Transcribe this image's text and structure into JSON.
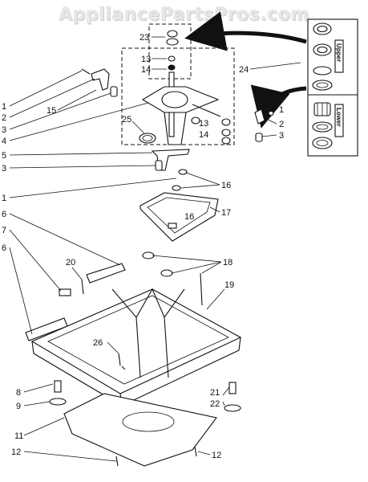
{
  "watermark": "AppliancePartsPros.com",
  "side_box": {
    "upper_label": "Upper",
    "lower_label": "Lower"
  },
  "callouts": [
    {
      "id": "c23",
      "text": "23"
    },
    {
      "id": "c13a",
      "text": "13"
    },
    {
      "id": "c14a",
      "text": "14"
    },
    {
      "id": "c24",
      "text": "24"
    },
    {
      "id": "c1a",
      "text": "1"
    },
    {
      "id": "c2a",
      "text": "2"
    },
    {
      "id": "c15",
      "text": "15"
    },
    {
      "id": "c3a",
      "text": "3"
    },
    {
      "id": "c4",
      "text": "4"
    },
    {
      "id": "c25",
      "text": "25"
    },
    {
      "id": "c13b",
      "text": "13"
    },
    {
      "id": "c14b",
      "text": "14"
    },
    {
      "id": "c1b",
      "text": "1"
    },
    {
      "id": "c2b",
      "text": "2"
    },
    {
      "id": "c3b",
      "text": "3"
    },
    {
      "id": "c5",
      "text": "5"
    },
    {
      "id": "c3c",
      "text": "3"
    },
    {
      "id": "c1c",
      "text": "1"
    },
    {
      "id": "c16a",
      "text": "16"
    },
    {
      "id": "c16b",
      "text": "16"
    },
    {
      "id": "c17",
      "text": "17"
    },
    {
      "id": "c6a",
      "text": "6"
    },
    {
      "id": "c7",
      "text": "7"
    },
    {
      "id": "c20",
      "text": "20"
    },
    {
      "id": "c18",
      "text": "18"
    },
    {
      "id": "c6b",
      "text": "6"
    },
    {
      "id": "c19",
      "text": "19"
    },
    {
      "id": "c26",
      "text": "26"
    },
    {
      "id": "c8",
      "text": "8"
    },
    {
      "id": "c21",
      "text": "21"
    },
    {
      "id": "c9",
      "text": "9"
    },
    {
      "id": "c22",
      "text": "22"
    },
    {
      "id": "c11",
      "text": "11"
    },
    {
      "id": "c12a",
      "text": "12"
    },
    {
      "id": "c12b",
      "text": "12"
    }
  ]
}
